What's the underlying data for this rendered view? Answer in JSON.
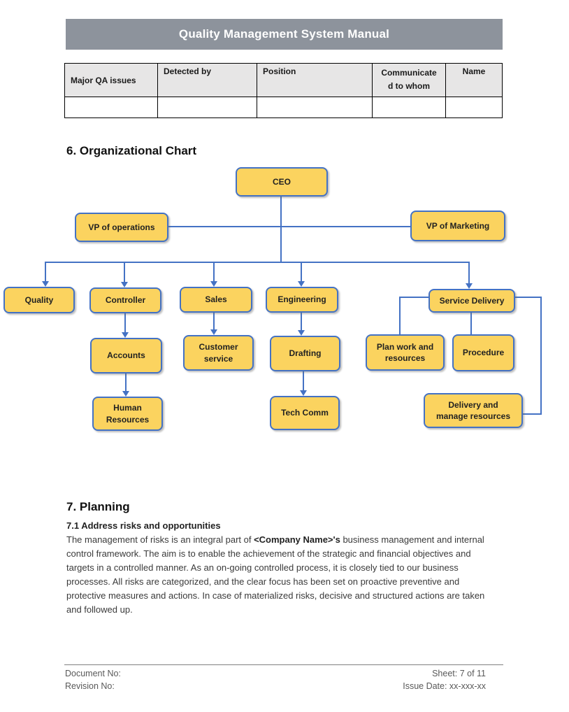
{
  "banner": {
    "title": "Quality Management System Manual"
  },
  "qa_table": {
    "headers": [
      "Major QA issues",
      "Detected by",
      "Position",
      "Communicated to whom",
      "Name"
    ],
    "rows": [
      [
        "",
        "",
        "",
        "",
        ""
      ]
    ]
  },
  "sections": {
    "org_chart_heading": "6. Organizational Chart",
    "planning_heading": "7. Planning",
    "planning_subheading": "7.1 Address risks and opportunities",
    "planning_paragraph_pre": "The management of risks is an integral part of ",
    "planning_paragraph_company": "<Company Name>'s",
    "planning_paragraph_post": " business management and internal control framework. The aim is to enable the achievement of the strategic and financial objectives and targets in a controlled manner. As an on-going controlled process, it is closely tied to our business processes. All risks are categorized, and the clear focus has been set on proactive preventive and protective measures and actions. In case of materialized risks, decisive and structured actions are taken and followed up."
  },
  "org_chart": {
    "nodes": [
      {
        "id": "ceo",
        "label": "CEO"
      },
      {
        "id": "vp_operations",
        "label": "VP of operations"
      },
      {
        "id": "vp_marketing",
        "label": "VP of Marketing"
      },
      {
        "id": "quality",
        "label": "Quality"
      },
      {
        "id": "controller",
        "label": "Controller"
      },
      {
        "id": "sales",
        "label": "Sales"
      },
      {
        "id": "engineering",
        "label": "Engineering"
      },
      {
        "id": "service_delivery",
        "label": "Service Delivery"
      },
      {
        "id": "accounts",
        "label": "Accounts"
      },
      {
        "id": "customer_service",
        "label": "Customer service"
      },
      {
        "id": "drafting",
        "label": "Drafting"
      },
      {
        "id": "plan_work",
        "label": "Plan work and resources"
      },
      {
        "id": "procedure",
        "label": "Procedure"
      },
      {
        "id": "human_resources",
        "label": "Human Resources"
      },
      {
        "id": "tech_comm",
        "label": "Tech Comm"
      },
      {
        "id": "delivery_manage",
        "label": "Delivery and manage resources"
      }
    ],
    "edges": [
      [
        "ceo",
        "vp_operations"
      ],
      [
        "ceo",
        "vp_marketing"
      ],
      [
        "ceo",
        "quality"
      ],
      [
        "ceo",
        "controller"
      ],
      [
        "ceo",
        "sales"
      ],
      [
        "ceo",
        "engineering"
      ],
      [
        "ceo",
        "service_delivery"
      ],
      [
        "controller",
        "accounts"
      ],
      [
        "accounts",
        "human_resources"
      ],
      [
        "sales",
        "customer_service"
      ],
      [
        "engineering",
        "drafting"
      ],
      [
        "drafting",
        "tech_comm"
      ],
      [
        "service_delivery",
        "plan_work"
      ],
      [
        "service_delivery",
        "procedure"
      ],
      [
        "service_delivery",
        "delivery_manage"
      ]
    ]
  },
  "footer": {
    "document_no": "Document No:",
    "revision_no": "Revision No:",
    "sheet": "Sheet: 7 of 11",
    "issue_date": "Issue Date: xx-xxx-xx"
  },
  "colors": {
    "banner_bg": "#8d939c",
    "table_header_bg": "#e7e6e6",
    "node_fill": "#fbd35f",
    "node_border": "#4472c4",
    "connector": "#4472c4",
    "footer_text": "#595959"
  }
}
